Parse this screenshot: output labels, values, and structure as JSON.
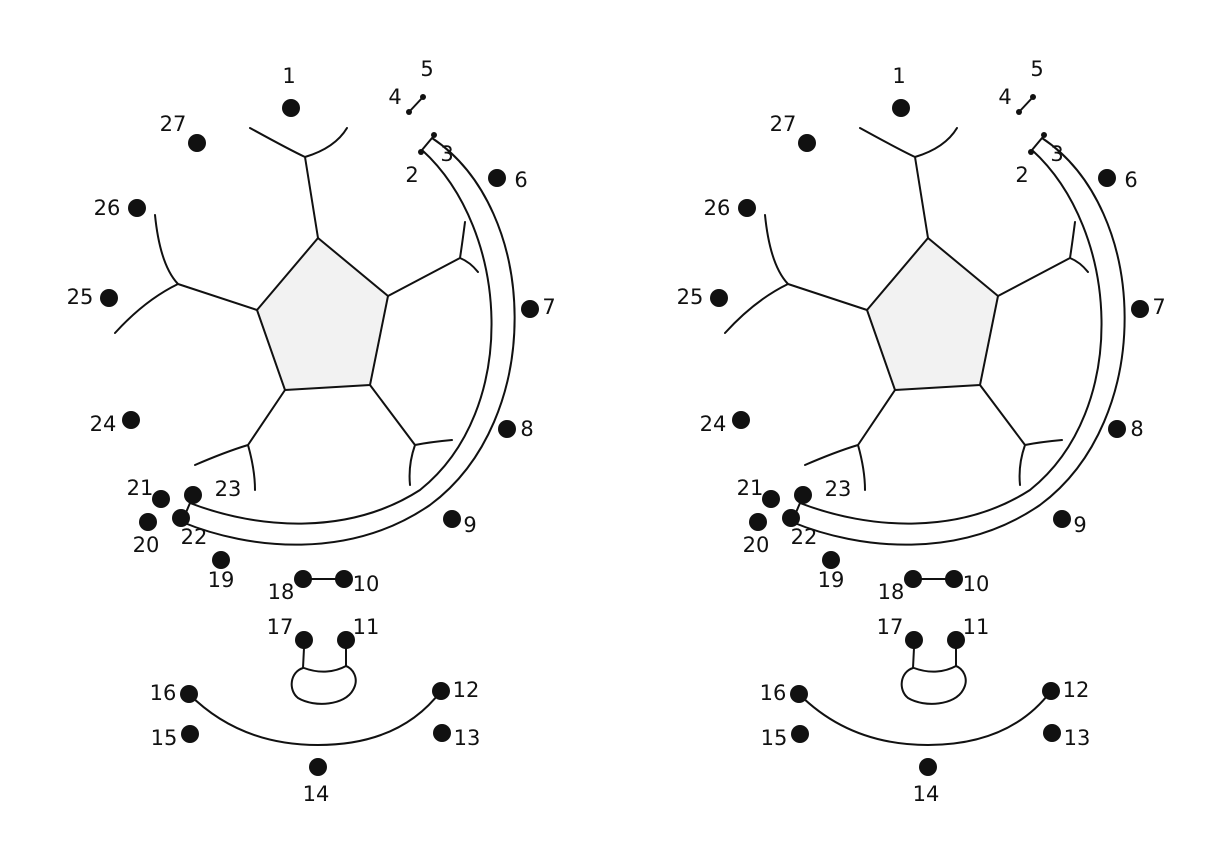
{
  "panels": [
    {
      "name": "left",
      "labels": [
        "1",
        "2",
        "3",
        "4",
        "5",
        "6",
        "7",
        "8",
        "9",
        "10",
        "11",
        "12",
        "13",
        "14",
        "15",
        "16",
        "17",
        "18",
        "19",
        "20",
        "21",
        "22",
        "23",
        "24",
        "25",
        "26",
        "27"
      ]
    },
    {
      "name": "right",
      "labels": [
        "1",
        "2",
        "3",
        "4",
        "5",
        "6",
        "7",
        "8",
        "9",
        "10",
        "11",
        "12",
        "13",
        "14",
        "15",
        "16",
        "17",
        "18",
        "19",
        "20",
        "21",
        "22",
        "23",
        "24",
        "25",
        "26",
        "27"
      ]
    }
  ],
  "colors": {
    "ink": "#111111",
    "pentagon_fill": "#f2f2f2",
    "background": "#ffffff"
  }
}
